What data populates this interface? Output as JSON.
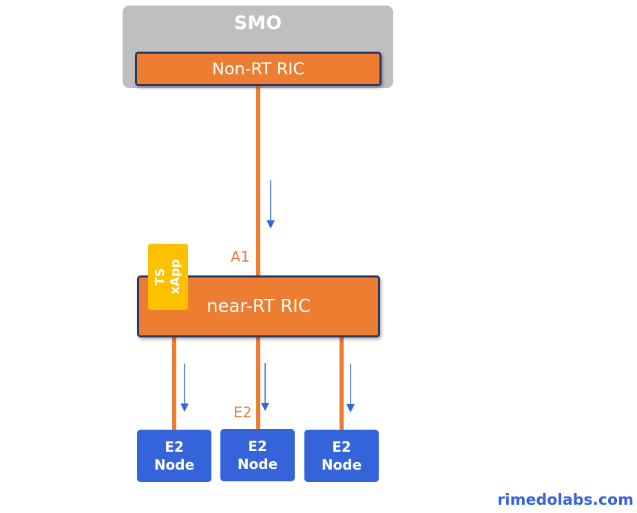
{
  "smo": {
    "title": "SMO"
  },
  "non_rt_ric": {
    "label": "Non-RT RIC"
  },
  "near_rt_ric": {
    "label": "near-RT RIC"
  },
  "ts_xapp": {
    "line1": "TS",
    "line2": "xApp"
  },
  "interfaces": {
    "a1": "A1",
    "e2": "E2"
  },
  "e2_nodes": [
    {
      "line1": "E2",
      "line2": "Node"
    },
    {
      "line1": "E2",
      "line2": "Node"
    },
    {
      "line1": "E2",
      "line2": "Node"
    }
  ],
  "colors": {
    "orange": "#ed7d31",
    "blue": "#3563d9",
    "yellow": "#ffc000",
    "gray": "#bfbfbf",
    "navy": "#2e3466"
  },
  "branding": {
    "site": "rimedolabs.com"
  }
}
